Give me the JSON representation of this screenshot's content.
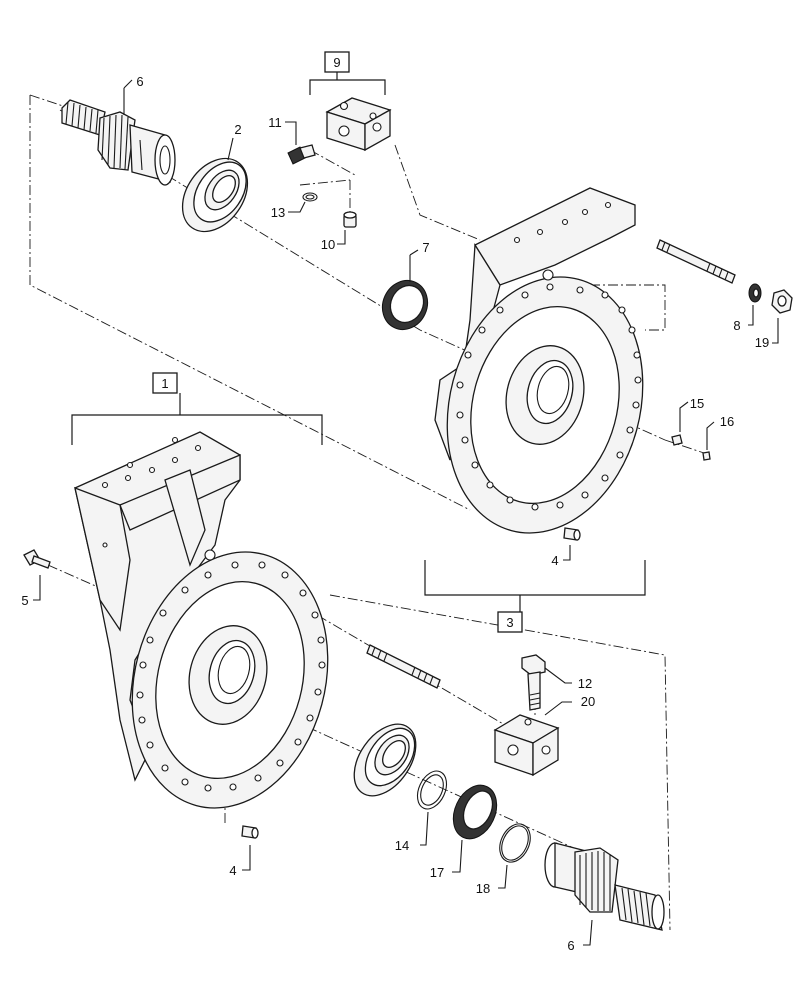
{
  "callouts": {
    "c1": "1",
    "c2": "2",
    "c3": "3",
    "c4a": "4",
    "c4b": "4",
    "c5": "5",
    "c6a": "6",
    "c6b": "6",
    "c7": "7",
    "c8": "8",
    "c9": "9",
    "c10": "10",
    "c11": "11",
    "c12": "12",
    "c13": "13",
    "c14": "14",
    "c15": "15",
    "c16": "16",
    "c17": "17",
    "c18": "18",
    "c19": "19",
    "c20": "20"
  }
}
